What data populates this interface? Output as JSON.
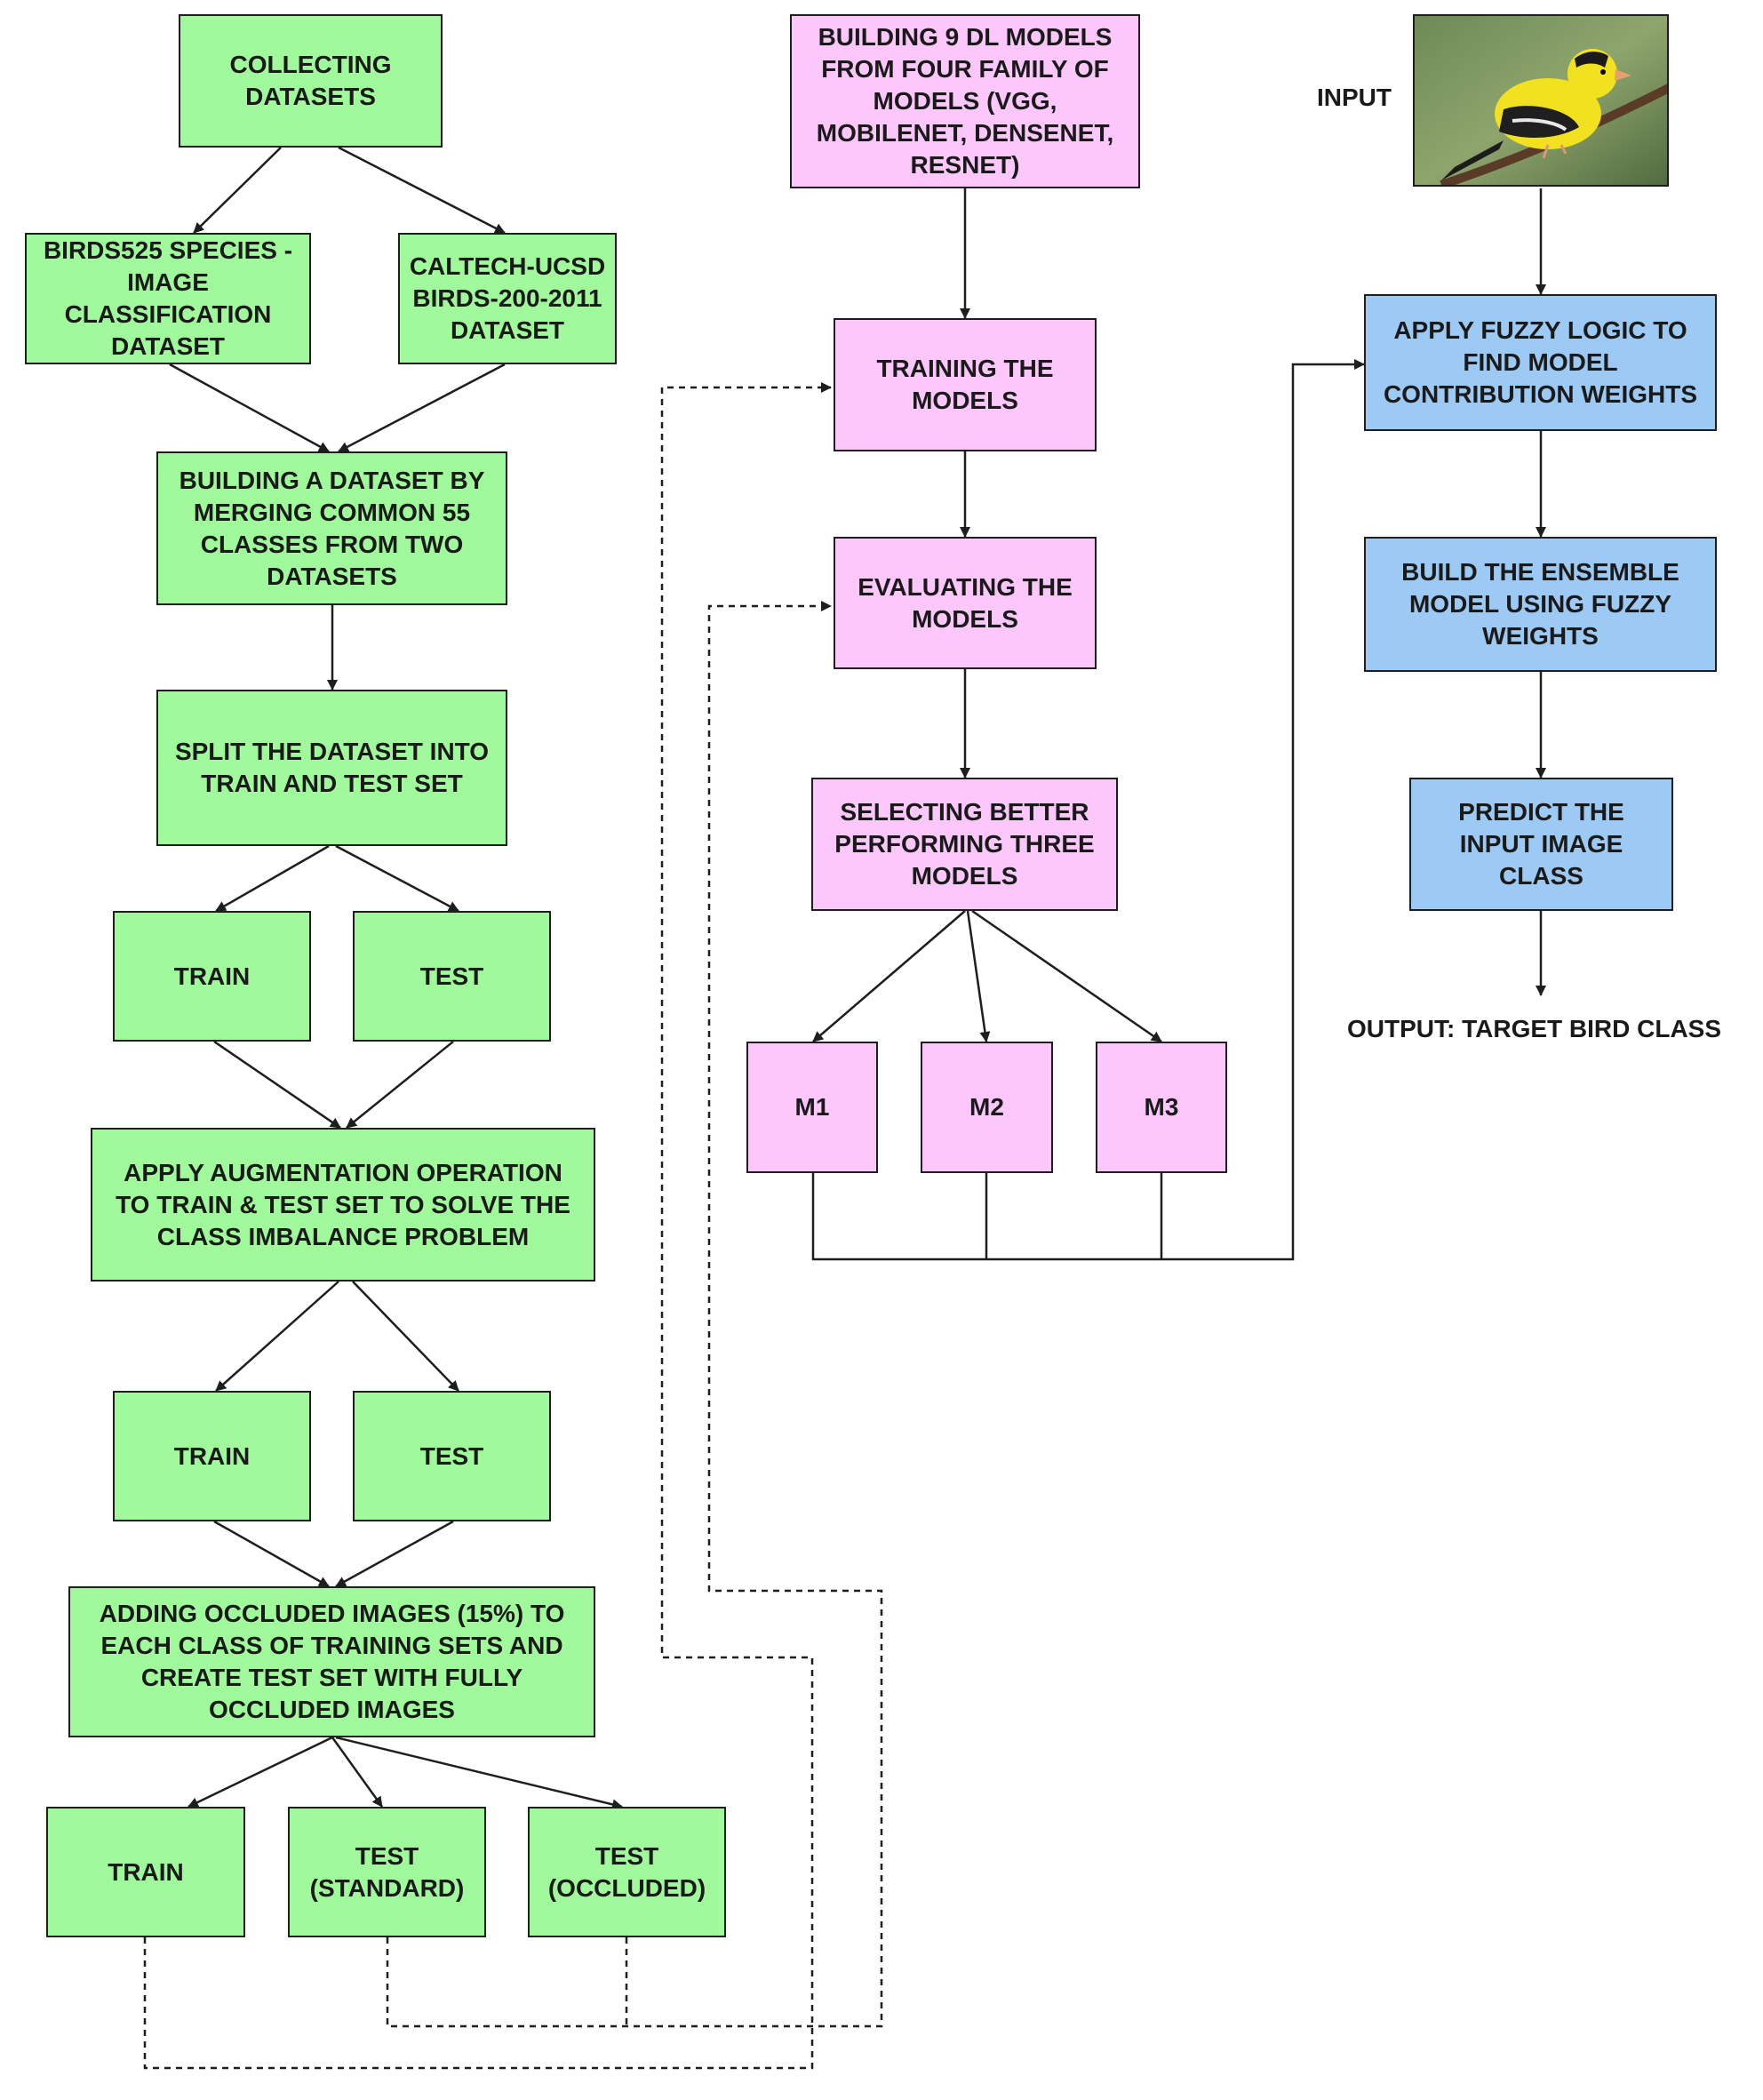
{
  "boxes": {
    "collecting": "COLLECTING\nDATASETS",
    "birds525": "BIRDS525 SPECIES -\nIMAGE\nCLASSIFICATION\nDATASET",
    "caltech": "CALTECH-UCSD\nBIRDS-200-2011\nDATASET",
    "merge": "BUILDING A DATASET BY\nMERGING COMMON 55\nCLASSES FROM TWO\nDATASETS",
    "split": "SPLIT THE DATASET INTO\nTRAIN AND TEST SET",
    "train1": "TRAIN",
    "test1": "TEST",
    "augment": "APPLY AUGMENTATION OPERATION\nTO TRAIN & TEST SET TO SOLVE THE\nCLASS IMBALANCE PROBLEM",
    "train2": "TRAIN",
    "test2": "TEST",
    "occlude": "ADDING OCCLUDED IMAGES (15%) TO\nEACH CLASS OF TRAINING SETS AND\nCREATE TEST SET WITH FULLY\nOCCLUDED IMAGES",
    "train3": "TRAIN",
    "test_standard": "TEST\n(STANDARD)",
    "test_occluded": "TEST\n(OCCLUDED)",
    "build9": "BUILDING 9 DL MODELS\nFROM FOUR FAMILY OF\nMODELS (VGG,\nMOBILENET, DENSENET,\nRESNET)",
    "training": "TRAINING THE\nMODELS",
    "evaluating": "EVALUATING THE\nMODELS",
    "selecting": "SELECTING BETTER\nPERFORMING THREE\nMODELS",
    "m1": "M1",
    "m2": "M2",
    "m3": "M3",
    "fuzzy": "APPLY FUZZY LOGIC TO\nFIND MODEL\nCONTRIBUTION WEIGHTS",
    "ensemble": "BUILD THE ENSEMBLE\nMODEL USING FUZZY\nWEIGHTS",
    "predict": "PREDICT THE\nINPUT IMAGE\nCLASS"
  },
  "labels": {
    "input": "INPUT",
    "output": "OUTPUT: TARGET BIRD CLASS"
  },
  "colors": {
    "green": "#a0fa9c",
    "pink": "#fcc8fc",
    "blue": "#9ccaf5",
    "line": "#1e1e1e"
  },
  "image": {
    "icon": "yellow-bird-on-branch-photo"
  }
}
